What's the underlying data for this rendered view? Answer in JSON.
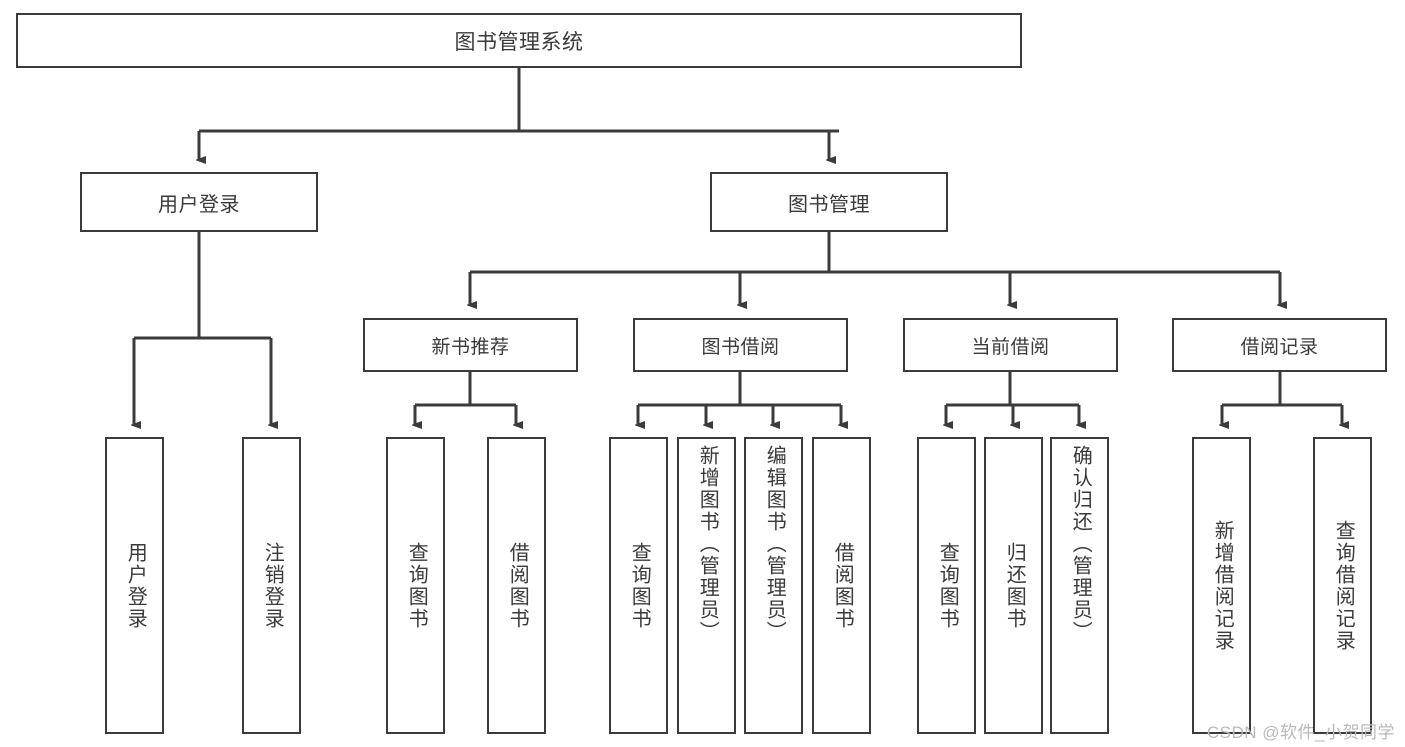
{
  "diagram": {
    "title": "图书管理系统",
    "type": "functional-structure-tree",
    "root": {
      "label": "图书管理系统"
    },
    "level1": [
      {
        "label": "用户登录"
      },
      {
        "label": "图书管理"
      }
    ],
    "level2": [
      {
        "label": "新书推荐"
      },
      {
        "label": "图书借阅"
      },
      {
        "label": "当前借阅"
      },
      {
        "label": "借阅记录"
      }
    ],
    "leaves": {
      "user_login": [
        {
          "label": "用户登录"
        },
        {
          "label": "注销登录"
        }
      ],
      "new_book_recommend": [
        {
          "label": "查询图书"
        },
        {
          "label": "借阅图书"
        }
      ],
      "book_borrow": [
        {
          "label": "查询图书"
        },
        {
          "label": "新增图书（管理员）"
        },
        {
          "label": "编辑图书（管理员）"
        },
        {
          "label": "借阅图书"
        }
      ],
      "current_borrow": [
        {
          "label": "查询图书"
        },
        {
          "label": "归还图书"
        },
        {
          "label": "确认归还（管理员）"
        }
      ],
      "borrow_record": [
        {
          "label": "新增借阅记录"
        },
        {
          "label": "查询借阅记录"
        }
      ]
    }
  },
  "watermark": {
    "text": "CSDN @软件_小贺同学"
  },
  "colors": {
    "border": "#3b3b3b",
    "text": "#3a3a3a",
    "background": "#ffffff",
    "watermark": "#b9b9b9"
  }
}
